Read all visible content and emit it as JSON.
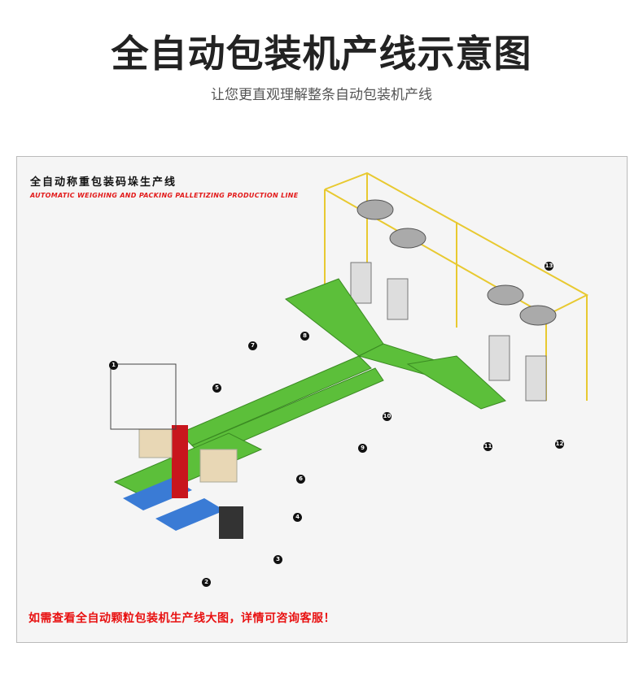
{
  "header": {
    "title": "全自动包装机产线示意图",
    "subtitle": "让您更直观理解整条自动包装机产线"
  },
  "diagram": {
    "title_cn": "全自动称重包装码垛生产线",
    "title_en": "AUTOMATIC WEIGHING AND PACKING PALLETIZING PRODUCTION LINE",
    "callouts": [
      "1",
      "2",
      "3",
      "4",
      "5",
      "6",
      "7",
      "8",
      "9",
      "10",
      "11",
      "12",
      "13"
    ]
  },
  "footer_note": "如需查看全自动颗粒包装机生产线大图，详情可咨询客服！",
  "colors": {
    "conveyor": "#5cbf3a",
    "frame": "#f2d43a",
    "accent": "#e81010"
  }
}
